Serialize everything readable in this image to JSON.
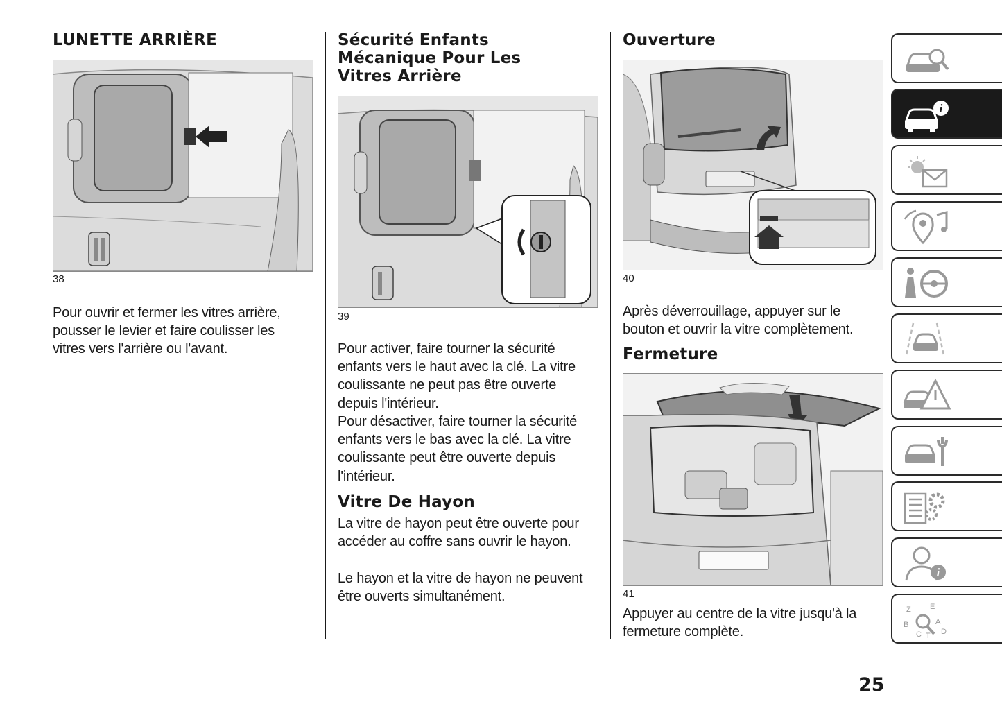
{
  "col1": {
    "heading": "LUNETTE ARRIÈRE",
    "figure_number": "38",
    "paragraph": "Pour ouvrir et fermer les vitres arrière, pousser le levier et faire coulisser les vitres vers l'arrière ou l'avant."
  },
  "col2": {
    "heading": "Sécurité Enfants Mécanique Pour Les Vitres Arrière",
    "figure_number": "39",
    "paragraph1": "Pour activer, faire tourner la sécurité enfants vers le haut avec la clé. La vitre coulissante ne peut pas être ouverte depuis l'intérieur.",
    "paragraph2": "Pour désactiver, faire tourner la sécurité enfants vers le bas avec la clé. La vitre coulissante peut être ouverte depuis l'intérieur.",
    "subheading": "Vitre De Hayon",
    "paragraph3": "La vitre de hayon peut être ouverte pour accéder au coffre sans ouvrir le hayon.",
    "paragraph4": "Le hayon et la vitre de hayon ne peuvent être ouverts simultanément."
  },
  "col3": {
    "heading": "Ouverture",
    "figure_number": "40",
    "paragraph": "Après déverrouillage, appuyer sur le bouton et ouvrir la vitre complètement.",
    "heading2": "Fermeture",
    "figure_number2": "41",
    "paragraph2": "Appuyer au centre de la vitre jusqu'à la fermeture complète."
  },
  "side_tabs": [
    {
      "icon": "car-search-icon",
      "active": false
    },
    {
      "icon": "car-info-icon",
      "active": true
    },
    {
      "icon": "warning-lights-message-icon",
      "active": false
    },
    {
      "icon": "location-music-icon",
      "active": false
    },
    {
      "icon": "seatbelt-steering-icon",
      "active": false
    },
    {
      "icon": "driving-car-icon",
      "active": false
    },
    {
      "icon": "car-warning-triangle-icon",
      "active": false
    },
    {
      "icon": "car-wrench-icon",
      "active": false
    },
    {
      "icon": "specs-gears-icon",
      "active": false
    },
    {
      "icon": "person-info-icon",
      "active": false
    },
    {
      "icon": "alphabet-index-icon",
      "active": false
    }
  ],
  "page_number": "25",
  "colors": {
    "text": "#1a1a1a",
    "tab_active": "#1a1a1a",
    "figure_bg": "#e8e8e8"
  }
}
